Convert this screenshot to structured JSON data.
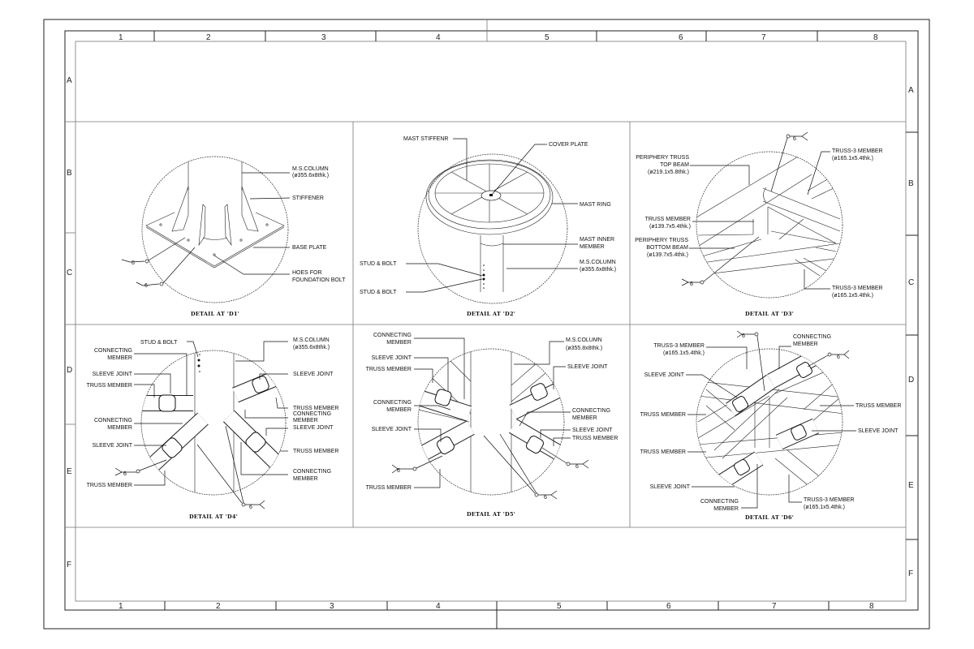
{
  "grid": {
    "columns": [
      "1",
      "2",
      "3",
      "4",
      "5",
      "6",
      "7",
      "8"
    ],
    "rows": [
      "A",
      "B",
      "C",
      "D",
      "E",
      "F"
    ]
  },
  "weld": {
    "size": "6"
  },
  "d1": {
    "title": "DETAIL AT 'D1'",
    "labels": [
      "M.S.COLUMN",
      "(ø355.6x8thk.)",
      "STIFFENER",
      "BASE PLATE",
      "HOES FOR",
      "FOUNDATION BOLT"
    ]
  },
  "d2": {
    "title": "DETAIL AT 'D2'",
    "labels": [
      "MAST STIFFENR",
      "COVER PLATE",
      "MAST RING",
      "MAST INNER",
      "MEMBER",
      "M.S.COLUMN",
      "(ø355.6x8thk.)",
      "STUD & BOLT",
      "STUD & BOLT"
    ]
  },
  "d3": {
    "title": "DETAIL AT 'D3'",
    "labels": [
      "PERIPHERY TRUSS",
      "TOP BEAM",
      "(ø219.1x5.8thk.)",
      "TRUSS MEMBER",
      "(ø139.7x5.4thk.)",
      "PERIPHERY TRUSS",
      "BOTTOM BEAM",
      "(ø139.7x5.4thk.)",
      "TRUSS-3 MEMBER",
      "(ø165.1x5.4thk.)",
      "TRUSS-3 MEMBER",
      "(ø165.1x5.4thk.)"
    ]
  },
  "d4": {
    "title": "DETAIL AT 'D4'",
    "labels": [
      "STUD & BOLT",
      "CONNECTING",
      "MEMBER",
      "SLEEVE JOINT",
      "TRUSS MEMBER",
      "CONNECTING",
      "MEMBER",
      "SLEEVE JOINT",
      "TRUSS MEMBER",
      "M.S.COLUMN",
      "(ø355.6x8thk.)",
      "SLEEVE JOINT",
      "TRUSS MEMBER",
      "CONNECTING",
      "MEMBER",
      "SLEEVE JOINT",
      "TRUSS MEMBER",
      "CONNECTING",
      "MEMBER"
    ]
  },
  "d5": {
    "title": "DETAIL AT 'D5'",
    "labels": [
      "CONNECTING",
      "MEMBER",
      "SLEEVE JOINT",
      "TRUSS MEMBER",
      "CONNECTING",
      "MEMBER",
      "SLEEVE JOINT",
      "TRUSS MEMBER",
      "M.S.COLUMN",
      "(ø355.8x8thk.)",
      "SLEEVE JOINT",
      "CONNECTING",
      "MEMBER",
      "SLEEVE JOINT",
      "TRUSS MEMBER"
    ]
  },
  "d6": {
    "title": "DETAIL AT 'D6'",
    "labels": [
      "TRUSS-3 MEMBER",
      "(ø165.1x5.4thk.)",
      "SLEEVE JOINT",
      "TRUSS MEMBER",
      "TRUSS MEMBER",
      "SLEEVE JOINT",
      "CONNECTING",
      "MEMBER",
      "CONNECTING",
      "MEMBER",
      "TRUSS MEMBER",
      "SLEEVE JOINT",
      "TRUSS-3 MEMBER",
      "(ø165.1x5.4thk.)"
    ]
  }
}
